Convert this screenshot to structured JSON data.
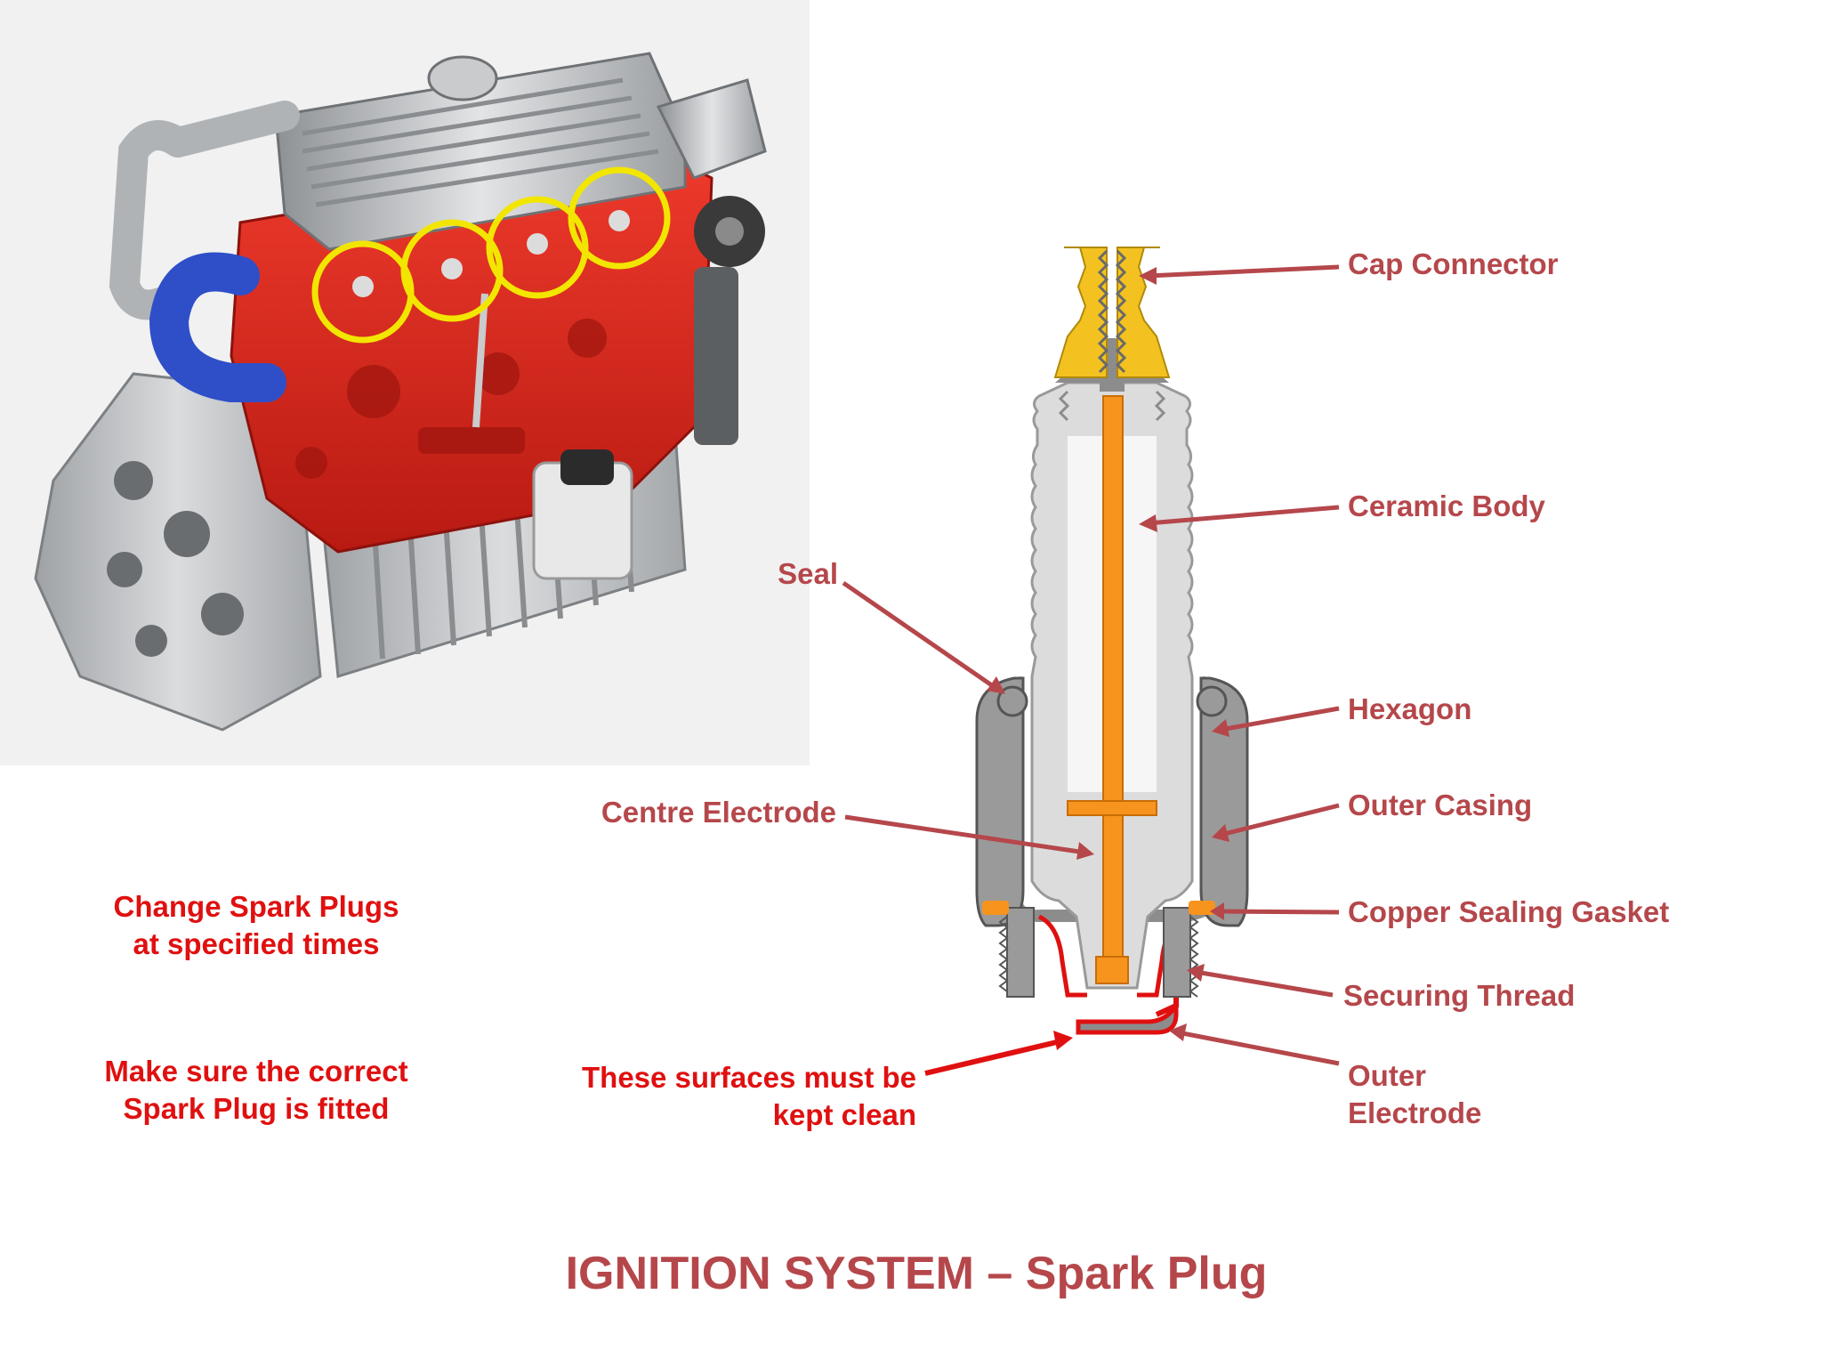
{
  "title": "IGNITION SYSTEM – Spark Plug",
  "photo": {
    "subject": "engine-block",
    "plug_markers": 4,
    "colors": {
      "block": "#d8251c",
      "alloy": "#b9bcbf",
      "hose": "#2f4fc8",
      "marker": "#f2e600"
    }
  },
  "notes": [
    {
      "lines": [
        "Change Spark Plugs",
        "at specified times"
      ]
    },
    {
      "lines": [
        "Make sure the correct",
        "Spark Plug is fitted"
      ]
    }
  ],
  "labels": {
    "cap_connector": "Cap Connector",
    "ceramic_body": "Ceramic Body",
    "seal": "Seal",
    "hexagon": "Hexagon",
    "outer_casing": "Outer Casing",
    "centre_electrode": "Centre Electrode",
    "copper_gasket": "Copper Sealing Gasket",
    "securing_thread": "Securing Thread",
    "outer_electrode": [
      "Outer",
      "Electrode"
    ],
    "clean_surfaces": [
      "These surfaces must be",
      "kept clean"
    ]
  },
  "colors": {
    "label": "#b5474b",
    "warning": "#e01010",
    "ceramic": "#dcdcdc",
    "metal": "#8c8c8c",
    "electrode": "#f7941d",
    "cap": "#f3c221"
  }
}
